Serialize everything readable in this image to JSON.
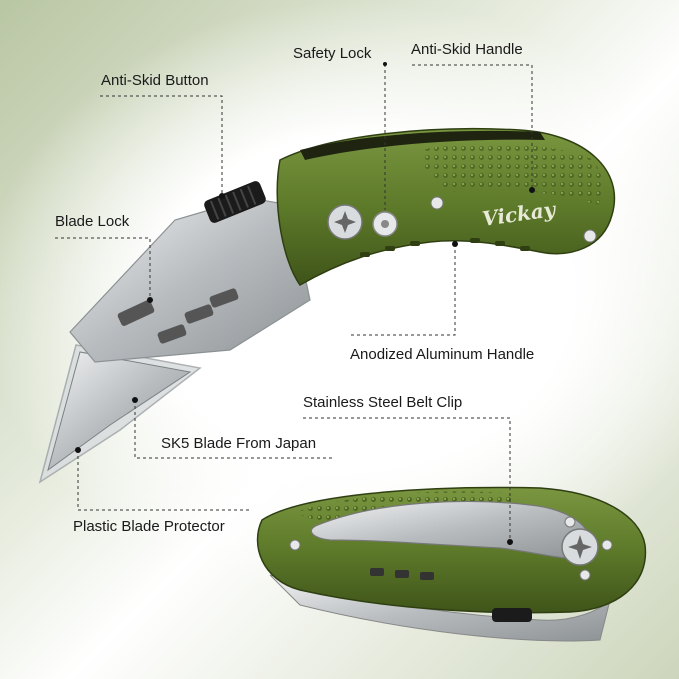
{
  "brand": "Vickay",
  "labels": {
    "safety_lock": "Safety Lock",
    "anti_skid_handle": "Anti-Skid Handle",
    "anti_skid_button": "Anti-Skid Button",
    "blade_lock": "Blade Lock",
    "anodized_aluminum_handle": "Anodized Aluminum Handle",
    "belt_clip": "Stainless Steel Belt Clip",
    "sk5_blade": "SK5 Blade From Japan",
    "blade_protector": "Plastic Blade Protector"
  },
  "colors": {
    "handle_green": "#5d7a2a",
    "handle_dark": "#3f5419",
    "steel": "#c9ccce",
    "black": "#1b1b1b"
  }
}
